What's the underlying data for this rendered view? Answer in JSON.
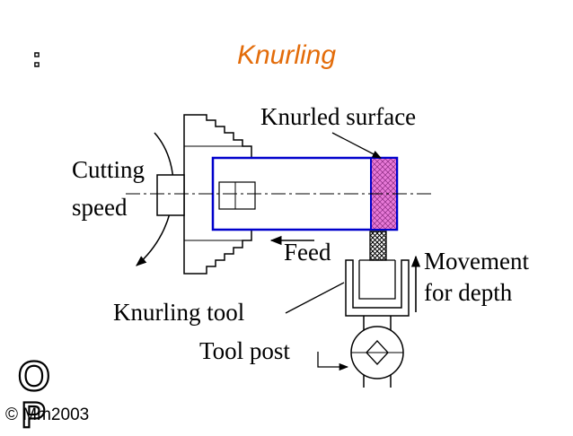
{
  "slide": {
    "title": "Knurling",
    "bullet": ":",
    "footer_letters": [
      "O",
      "P"
    ],
    "copyright": "© Mm2003"
  },
  "diagram": {
    "labels": {
      "knurled_surface": "Knurled surface",
      "cutting": "Cutting",
      "speed": "speed",
      "feed": "Feed",
      "movement": "Movement",
      "for_depth": "for depth",
      "knurling_tool": "Knurling tool",
      "tool_post": "Tool post"
    },
    "colors": {
      "workpiece_outline": "#0000cc",
      "knurled_fill": "#e87ad8",
      "title": "#e36c0a"
    }
  }
}
